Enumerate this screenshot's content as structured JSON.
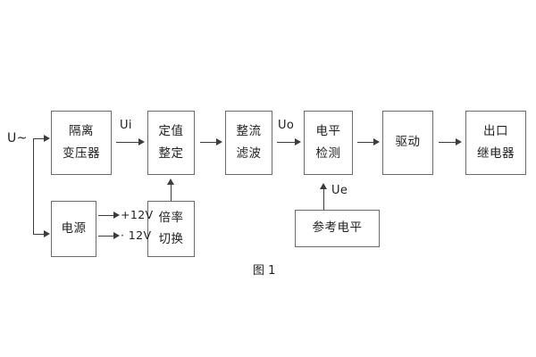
{
  "figure": {
    "caption": "图 1",
    "background": "#ffffff",
    "box_border_color": "#6b6b6b",
    "line_color": "#3c3c3c"
  },
  "blocks": [
    {
      "id": "isolation-transformer",
      "lines": [
        "隔离",
        "变压器"
      ]
    },
    {
      "id": "setting-value",
      "lines": [
        "定值",
        "整定"
      ]
    },
    {
      "id": "rectify-filter",
      "lines": [
        "整流",
        "滤波"
      ]
    },
    {
      "id": "level-detect",
      "lines": [
        "电平",
        "检测"
      ]
    },
    {
      "id": "drive",
      "lines": [
        "驱动"
      ]
    },
    {
      "id": "output-relay",
      "lines": [
        "出口",
        "继电器"
      ]
    },
    {
      "id": "power-supply",
      "lines": [
        "电源"
      ]
    },
    {
      "id": "multiplier-switch",
      "lines": [
        "倍率",
        "切换"
      ]
    },
    {
      "id": "reference-level",
      "lines": [
        "参考电平"
      ]
    }
  ],
  "signals": {
    "input": "U~",
    "ui": "Ui",
    "uo": "Uo",
    "ue": "Ue",
    "pos12v": "+12V",
    "neg12v": "· 12V"
  }
}
